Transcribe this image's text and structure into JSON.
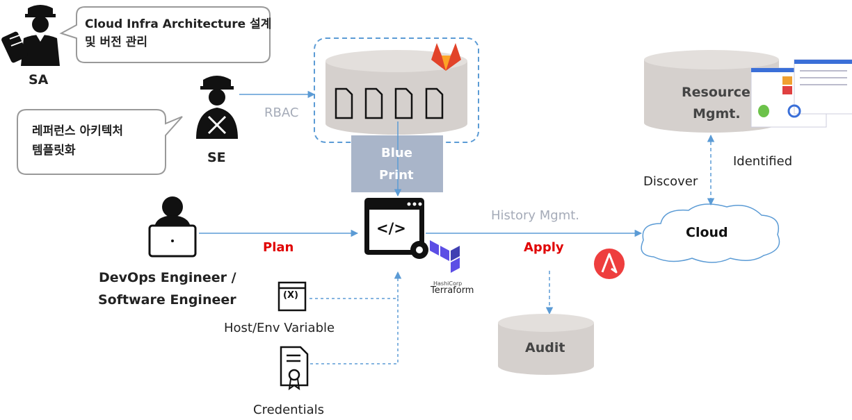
{
  "roles": {
    "sa": "SA",
    "se": "SE",
    "devops_line1": "DevOps Engineer /",
    "devops_line2": "Software Engineer"
  },
  "bubbles": {
    "sa_line1": "Cloud Infra Architecture 설계",
    "sa_line2": "및 버전 관리",
    "se_line1": "레퍼런스 아키텍처",
    "se_line2": "템플릿화"
  },
  "labels": {
    "rbac": "RBAC",
    "blueprint_line1": "Blue",
    "blueprint_line2": "Print",
    "plan": "Plan",
    "apply": "Apply",
    "history": "History Mgmt.",
    "cloud": "Cloud",
    "resource_line1": "Resource",
    "resource_line2": "Mgmt.",
    "discover": "Discover",
    "identified": "Identified",
    "audit": "Audit",
    "host_env": "Host/Env Variable",
    "credentials": "Credentials",
    "terraform": "Terraform",
    "terraform_small": "HashiCorp",
    "code_glyph": "</>",
    "var_glyph": "(X)"
  },
  "colors": {
    "arrow": "#5b9bd5",
    "red_text": "#e00000",
    "gray_text": "#a5abb8",
    "cylinder": "#d5d0cd",
    "cylinder_top": "#e3dfdc",
    "blueprint_bg": "#a9b5c9",
    "gitlab": "#e2432a",
    "terraform": "#5c4ee5",
    "ansible": "#ee3e3e"
  }
}
